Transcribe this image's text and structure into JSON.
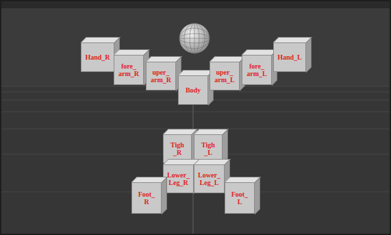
{
  "diagram": {
    "nodes": [
      {
        "text": [
          "Hand_R"
        ]
      },
      {
        "text": [
          "fore_ arm_R"
        ]
      },
      {
        "text": [
          "uper_ arm_R"
        ]
      },
      {
        "text": [
          "Body"
        ]
      },
      {
        "text": [
          "uper_ arm_L"
        ]
      },
      {
        "text": [
          "fore_ arm_L"
        ]
      },
      {
        "text": [
          "Hand_L"
        ]
      },
      {
        "text": [
          "Tigh _R"
        ]
      },
      {
        "text": [
          "Tigh _L"
        ]
      },
      {
        "text": [
          "Lower_ Leg_R"
        ]
      },
      {
        "text": [
          "Lower_ Leg_L"
        ]
      },
      {
        "text": [
          "Foot_ R"
        ]
      },
      {
        "text": [
          "Foot_ L"
        ]
      }
    ]
  }
}
